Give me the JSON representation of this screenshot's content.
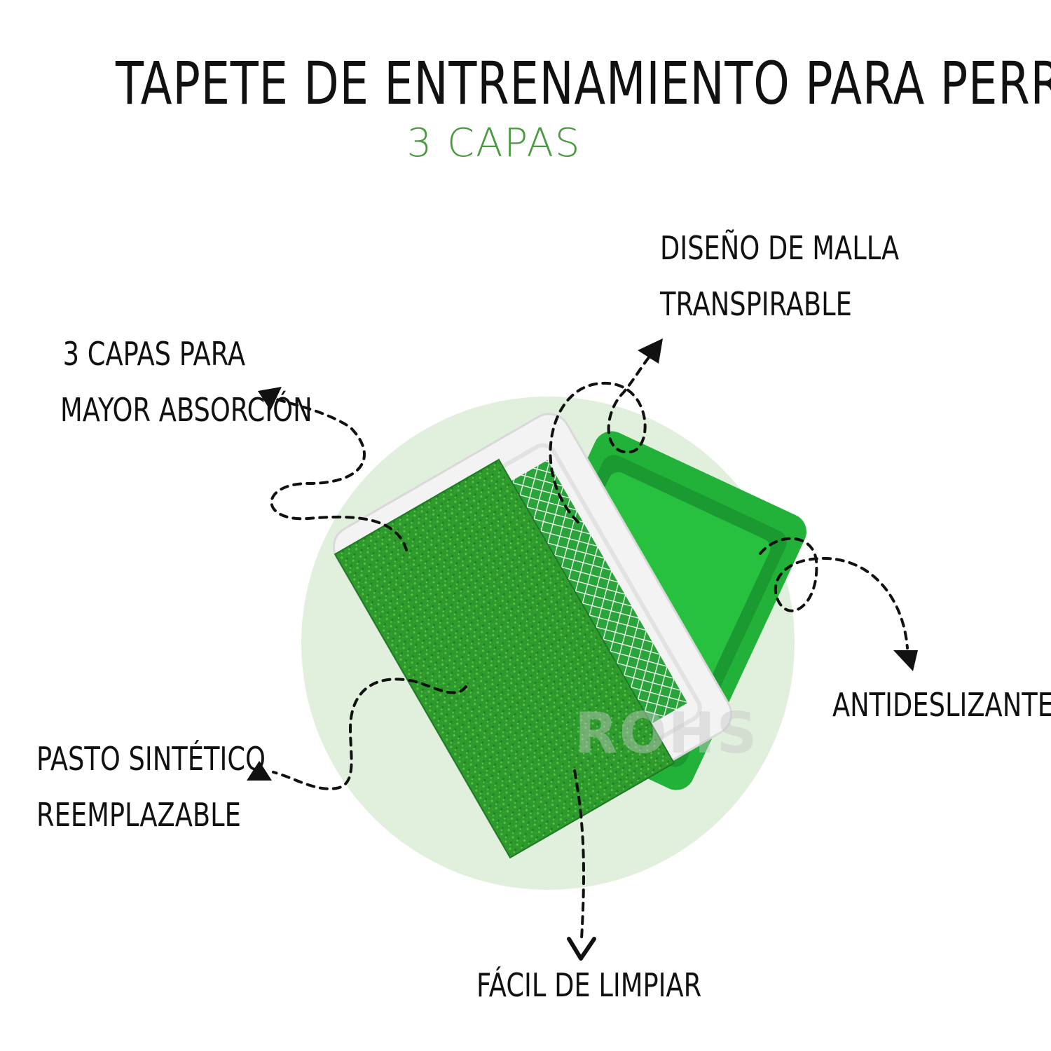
{
  "title": "TAPETE DE ENTRENAMIENTO PARA PERRO",
  "subtitle": "3 CAPAS",
  "colors": {
    "accent_green": "#4a9a3f",
    "circle_bg": "#e1efdd",
    "grass": "#2e9a2e",
    "tray_green": "#22b23a",
    "tray_white": "#f2f2f2"
  },
  "features": {
    "absorcion": {
      "line1": "3 CAPAS PARA",
      "line2": "MAYOR ABSORCIÓN"
    },
    "malla": {
      "line1": "DISEÑO DE MALLA",
      "line2": "TRANSPIRABLE"
    },
    "antideslizante": {
      "line1": "ANTIDESLIZANTE"
    },
    "pasto": {
      "line1": "PASTO SINTÉTICO",
      "line2": "REEMPLAZABLE"
    },
    "limpiar": {
      "line1": "FÁCIL DE LIMPIAR"
    }
  },
  "watermark": "ROHS"
}
